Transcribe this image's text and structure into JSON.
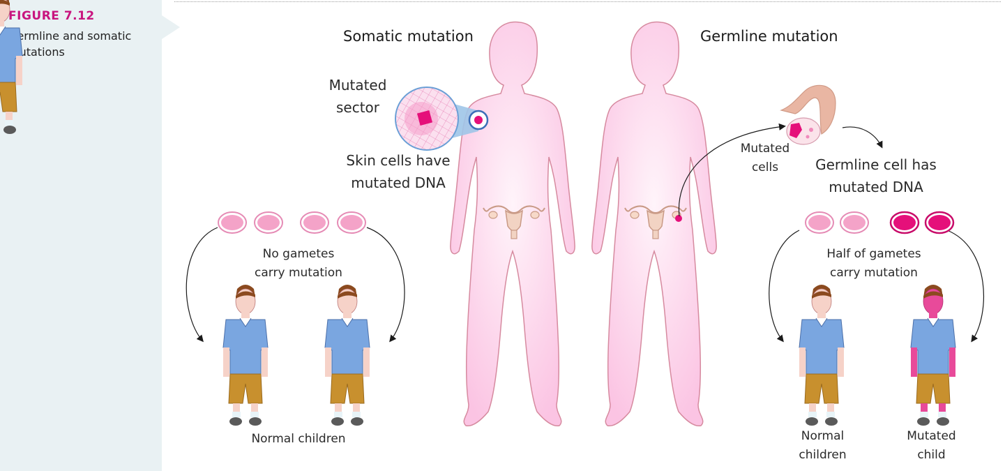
{
  "figure": {
    "number": "FIGURE 7.12",
    "caption": "Germline and somatic mutations"
  },
  "labels": {
    "somatic_title": "Somatic mutation",
    "germline_title": "Germline mutation",
    "mutated_sector_1": "Mutated",
    "mutated_sector_2": "sector",
    "skin_cells_1": "Skin cells have",
    "skin_cells_2": "mutated DNA",
    "mutated_cells_1": "Mutated",
    "mutated_cells_2": "cells",
    "germline_cell_1": "Germline cell has",
    "germline_cell_2": "mutated DNA",
    "no_gametes_1": "No gametes",
    "no_gametes_2": "carry mutation",
    "half_gametes_1": "Half of gametes",
    "half_gametes_2": "carry mutation",
    "normal_children_left": "Normal children",
    "normal_children_right_1": "Normal",
    "normal_children_right_2": "children",
    "mutated_child_1": "Mutated",
    "mutated_child_2": "child"
  },
  "colors": {
    "accent": "#c8157f",
    "body_fill": "#fbc6e4",
    "gamete_normal": "#f4a3c8",
    "gamete_mutated": "#e5107a",
    "shirt": "#7aa6e0",
    "shorts": "#c8902e"
  }
}
